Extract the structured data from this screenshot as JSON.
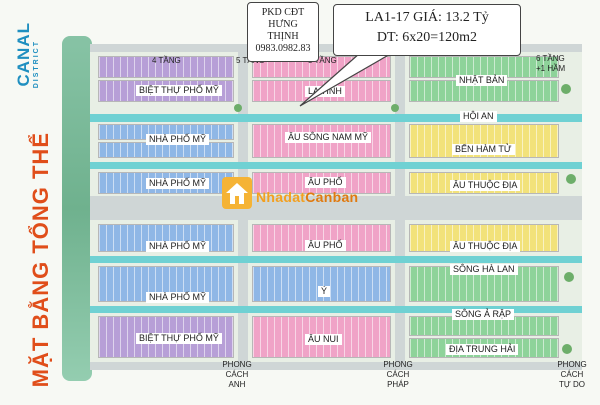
{
  "brand": {
    "name_line1": "CANAL",
    "name_line2": "DISTRICT"
  },
  "side_title": "MẶT BẰNG TỔNG THỂ",
  "callouts": {
    "left": {
      "line1": "PKD CĐT",
      "line2": "HƯNG",
      "line3": "THỊNH",
      "phone": "0983.0982.83"
    },
    "right": {
      "line1": "LA1-17 GIÁ: 13.2 Tỷ",
      "line2": "DT: 6x20=120m2"
    }
  },
  "floor_tags": {
    "t4": "4 TẦNG",
    "t5a": "5 TẦNG",
    "t5b": "5 TẦNG",
    "t6a": "6 TẦNG",
    "t6b": "+1 HẦM"
  },
  "zones": {
    "left": [
      "BIỆT THỰ PHỐ MỸ",
      "NHÀ PHỐ MỸ",
      "NHÀ PHỐ MỸ",
      "NHÀ PHỐ MỸ",
      "NHÀ PHỐ MỸ",
      "BIỆT THỰ PHỐ MỸ"
    ],
    "center": [
      "LA TINH",
      "ÂU SÔNG NAM MỸ",
      "ÂU PHỐ",
      "ÂU PHỐ",
      "Ý",
      "ÂU NUI"
    ],
    "right": [
      "NHẬT BẢN",
      "HỘI AN",
      "BẾN HÀM TỬ",
      "ÂU THUỘC ĐỊA",
      "ÂU THUỘC ĐỊA",
      "SÔNG HÀ LAN",
      "SÔNG Ả RẬP",
      "ĐỊA TRUNG HẢI"
    ]
  },
  "styles_bottom": [
    {
      "line1": "PHONG",
      "line2": "CÁCH",
      "line3": "ANH"
    },
    {
      "line1": "PHONG",
      "line2": "CÁCH",
      "line3": "PHÁP"
    },
    {
      "line1": "PHONG",
      "line2": "CÁCH",
      "line3": "TỰ DO"
    }
  ],
  "watermark": {
    "part1": "Nhadat",
    "part2": "Canban"
  },
  "colors": {
    "canal": "#6fd1d3",
    "road": "#cfd6d6",
    "purple": "#b79fd7",
    "blue": "#8fb7e6",
    "pink": "#f0a3c7",
    "green": "#8ed39a",
    "yellow": "#f2e27a",
    "accent": "#e04e1a"
  }
}
